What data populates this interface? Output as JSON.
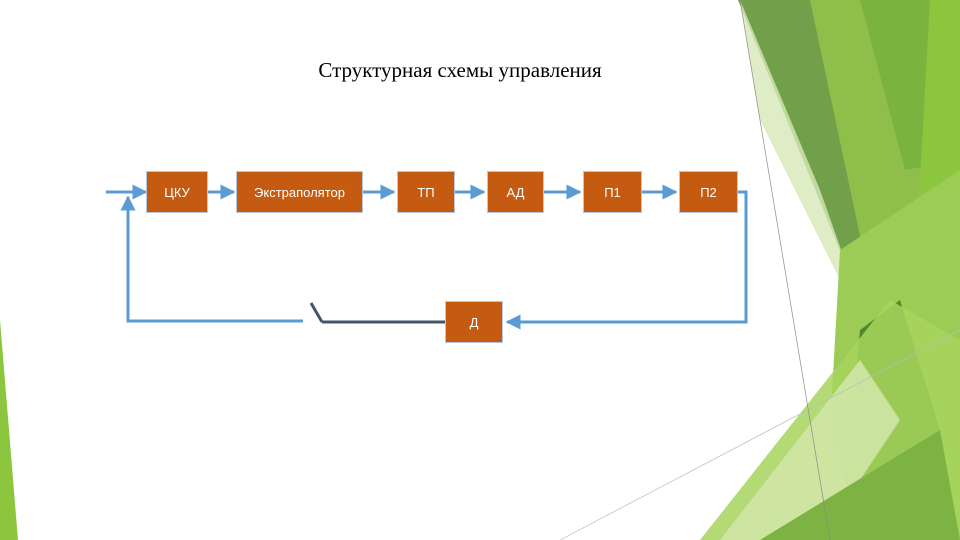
{
  "slide": {
    "title": "Структурная схемы управления"
  },
  "colors": {
    "block_fill": "#c55a11",
    "block_border": "#b9c6e0",
    "arrow": "#5b9bd5",
    "switch": "#44546a"
  },
  "diagram": {
    "blocks": [
      {
        "id": "cku",
        "label": "ЦКУ"
      },
      {
        "id": "extrapolator",
        "label": "Экстраполятор"
      },
      {
        "id": "tp",
        "label": "ТП"
      },
      {
        "id": "ad",
        "label": "АД"
      },
      {
        "id": "p1",
        "label": "П1"
      },
      {
        "id": "p2",
        "label": "П2"
      },
      {
        "id": "d",
        "label": "Д"
      }
    ]
  }
}
